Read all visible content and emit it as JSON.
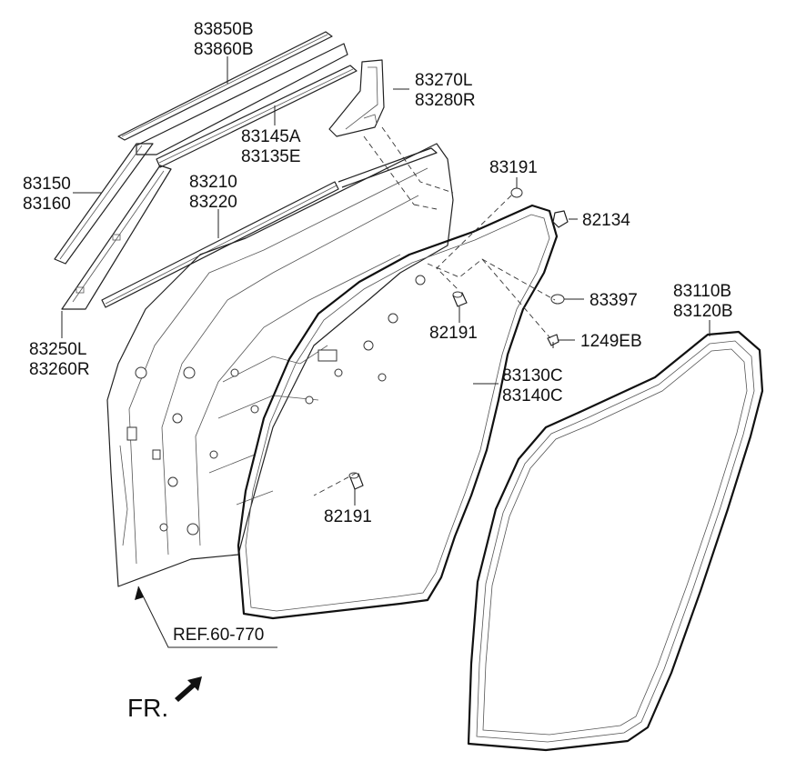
{
  "labels": {
    "l_83850B": "83850B",
    "l_83860B": "83860B",
    "l_83270L": "83270L",
    "l_83280R": "83280R",
    "l_83145A": "83145A",
    "l_83135E": "83135E",
    "l_83150": "83150",
    "l_83160": "83160",
    "l_83210": "83210",
    "l_83220": "83220",
    "l_83191": "83191",
    "l_82134": "82134",
    "l_83397": "83397",
    "l_82191a": "82191",
    "l_1249EB": "1249EB",
    "l_83110B": "83110B",
    "l_83120B": "83120B",
    "l_83250L": "83250L",
    "l_83260R": "83260R",
    "l_83130C": "83130C",
    "l_83140C": "83140C",
    "l_82191b": "82191",
    "ref": "REF.60-770",
    "fr": "FR."
  }
}
